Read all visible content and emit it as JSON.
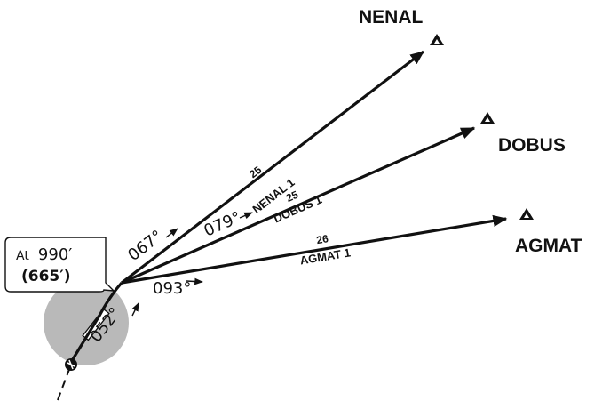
{
  "colors": {
    "ink": "#111111",
    "airport_circle": "#b9b9b9",
    "background": "#ffffff"
  },
  "fixes": [
    {
      "id": "nenal",
      "name": "NENAL",
      "symbol": "triangle-waypoint-icon"
    },
    {
      "id": "dobus",
      "name": "DOBUS",
      "symbol": "triangle-waypoint-icon"
    },
    {
      "id": "agmat",
      "name": "AGMAT",
      "symbol": "triangle-waypoint-icon"
    }
  ],
  "transitions": [
    {
      "fix": "NENAL",
      "name": "NENAL 1",
      "distance": "25",
      "heading": "067°"
    },
    {
      "fix": "DOBUS",
      "name": "DOBUS 1",
      "distance": "25",
      "heading": "079°"
    },
    {
      "fix": "AGMAT",
      "name": "AGMAT 1",
      "distance": "26",
      "heading": "093°"
    }
  ],
  "initial_climb": {
    "heading": "052°"
  },
  "altitude_callout": {
    "prefix": "At",
    "altitude": "990′",
    "height_agl": "(665′)"
  }
}
